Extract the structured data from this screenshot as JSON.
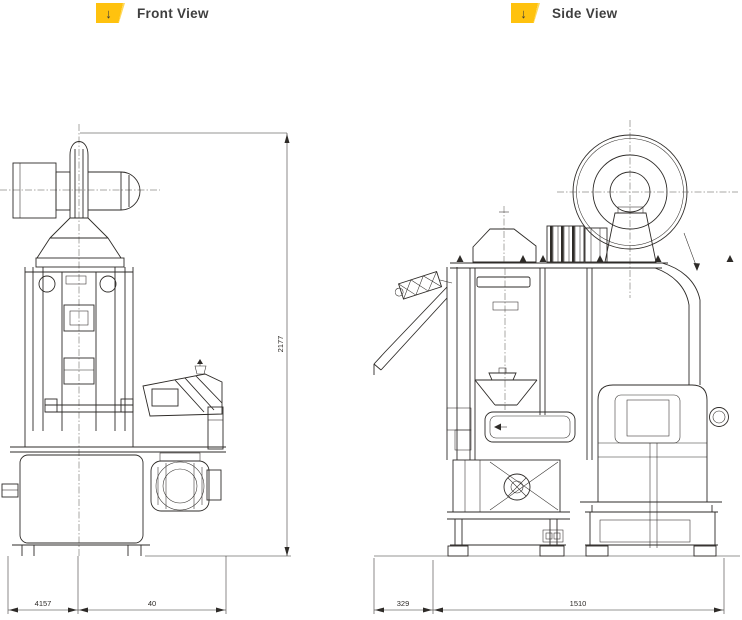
{
  "page": {
    "background": "#ffffff"
  },
  "colors": {
    "accent_yellow": "#ffc20e",
    "accent_yellow_light": "#ffd95e",
    "line": "#2e2b28",
    "label_text": "#3f3f3f"
  },
  "views": {
    "front": {
      "label": "Front View",
      "icon_glyph": "↓",
      "dimensions": {
        "height": "2177",
        "base_left": "4157",
        "base_right": "40"
      }
    },
    "side": {
      "label": "Side View",
      "icon_glyph": "↓",
      "dimensions": {
        "base_left": "329",
        "base_right": "1510"
      }
    }
  }
}
